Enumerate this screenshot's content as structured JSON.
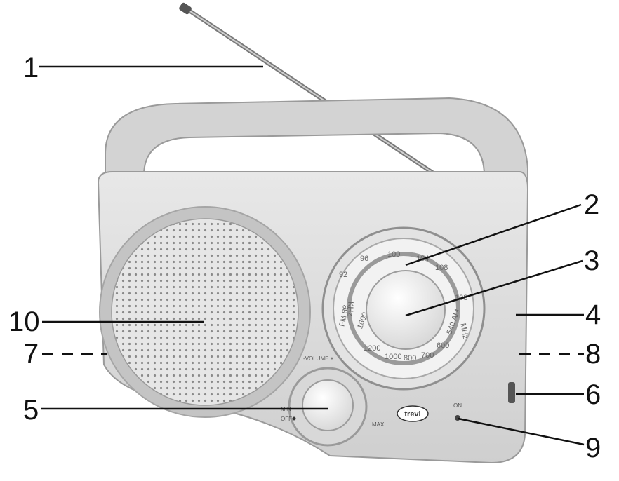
{
  "callouts": {
    "c1": "1",
    "c2": "2",
    "c3": "3",
    "c4": "4",
    "c5": "5",
    "c6": "6",
    "c7": "7",
    "c8": "8",
    "c9": "9",
    "c10": "10"
  },
  "dial": {
    "fm_marks": [
      "FM 88",
      "92",
      "96",
      "100",
      "104",
      "108"
    ],
    "fm_extra": [
      "108"
    ],
    "fm_unit": "MHz",
    "am_marks": [
      "1600",
      "1200",
      "1000",
      "800",
      "700",
      "600",
      "540 AM"
    ],
    "am_unit": "KHz"
  },
  "volume": {
    "label": "-VOLUME +",
    "max": "MAX",
    "off": "OFF",
    "min": "MIN"
  },
  "brand": "trevi",
  "power_label": "ON",
  "colors": {
    "body": "#d9d9d9",
    "body_dark": "#b8b8b8",
    "line": "#111111"
  }
}
